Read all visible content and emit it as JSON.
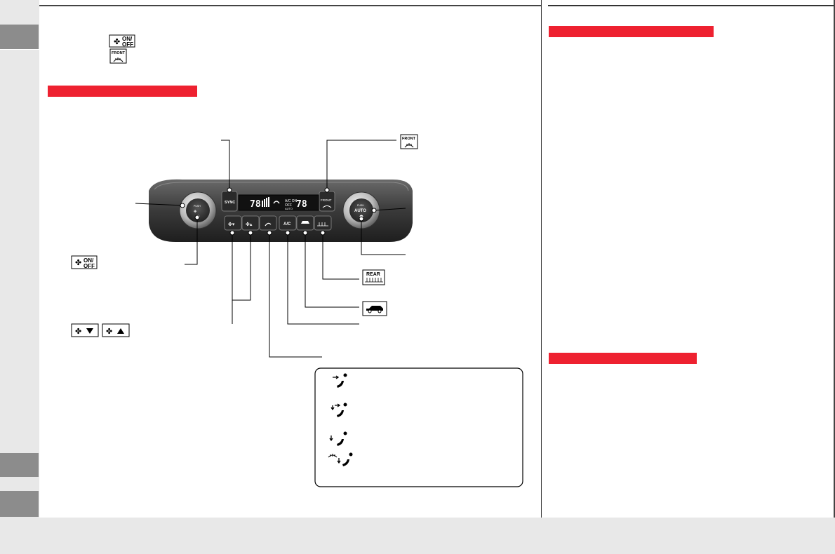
{
  "icons": {
    "fan_on_off": {
      "line1": "ON/",
      "line2": "OFF"
    },
    "front_defrost": {
      "label": "FRONT"
    },
    "rear_defrost": {
      "label": "REAR"
    }
  },
  "panel": {
    "sync_label": "SYNC",
    "ac_label": "A/C",
    "front_label": "FRONT",
    "auto_label": "AUTO",
    "push_label": "PUSH",
    "display_left_temp": "78",
    "display_right_temp": "78"
  },
  "colors": {
    "accent_red": "#ee2130",
    "tab_gray": "#8c8c8c",
    "page_gray": "#e8e8e8"
  }
}
